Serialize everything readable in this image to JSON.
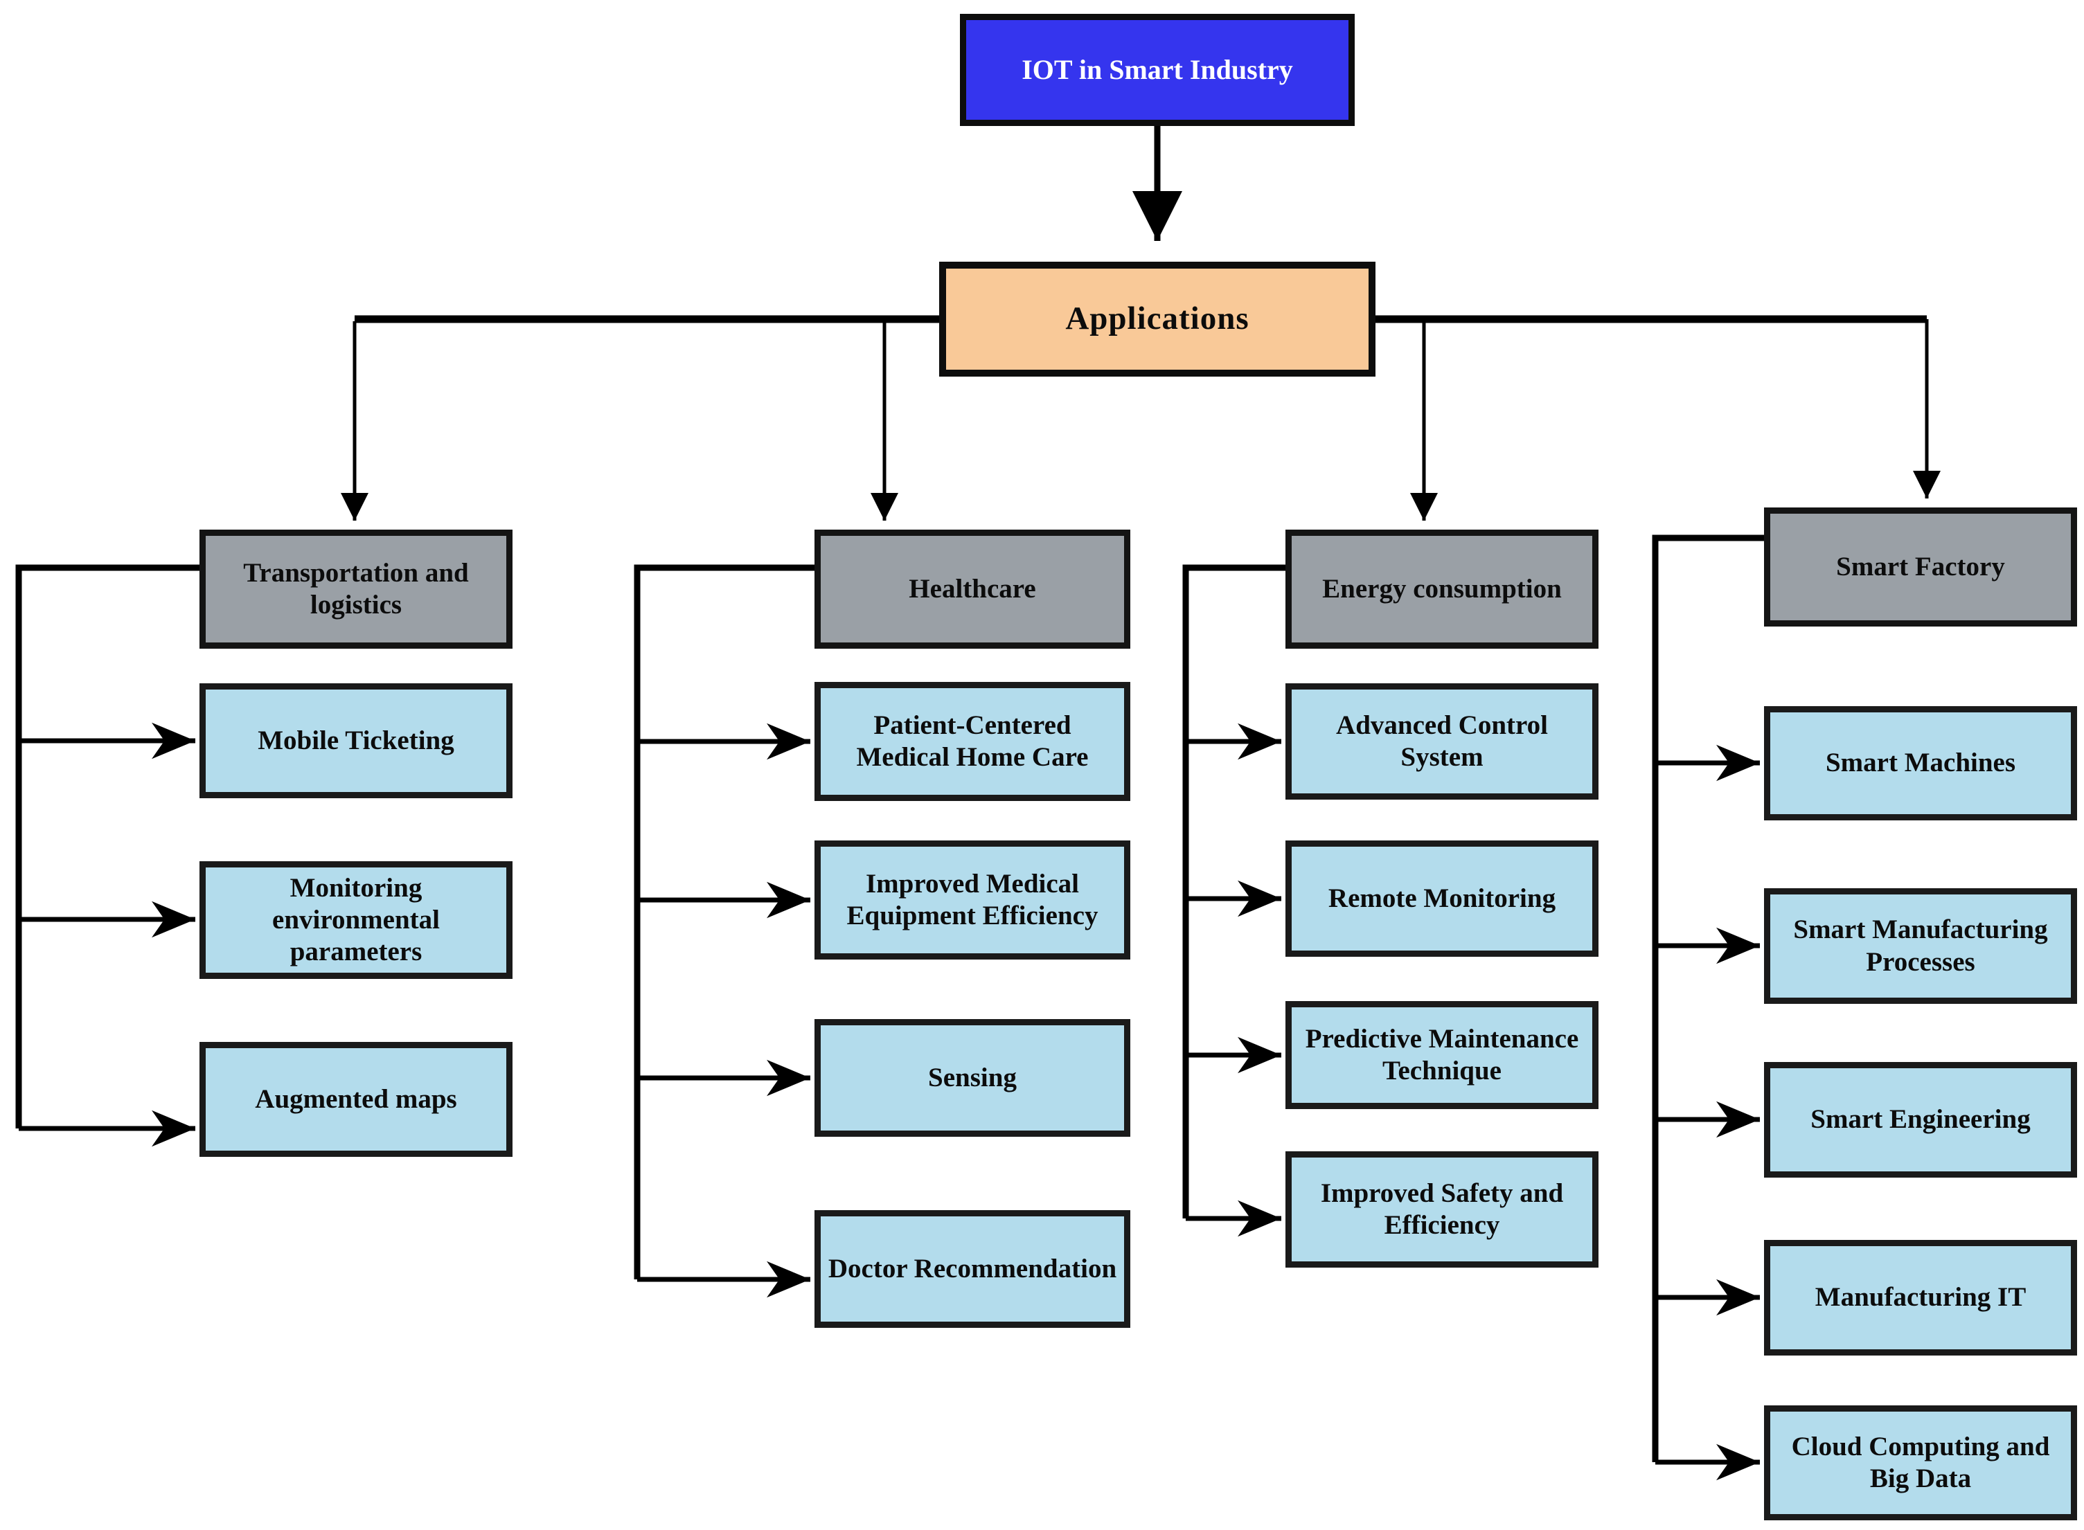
{
  "diagram": {
    "root": {
      "label": "IOT in Smart Industry"
    },
    "hub": {
      "label": "Applications"
    },
    "columns": [
      {
        "header": "Transportation and logistics",
        "children": [
          "Mobile Ticketing",
          "Monitoring environmental parameters",
          "Augmented maps"
        ]
      },
      {
        "header": "Healthcare",
        "children": [
          "Patient-Centered Medical Home Care",
          "Improved Medical Equipment Efficiency",
          "Sensing",
          "Doctor Recommendation"
        ]
      },
      {
        "header": "Energy consumption",
        "children": [
          "Advanced Control System",
          "Remote Monitoring",
          "Predictive Maintenance Technique",
          "Improved Safety and Efficiency"
        ]
      },
      {
        "header": "Smart Factory",
        "children": [
          "Smart Machines",
          "Smart Manufacturing Processes",
          "Smart Engineering",
          "Manufacturing IT",
          "Cloud Computing and Big Data"
        ]
      }
    ],
    "colors": {
      "root_fill": "#3535ee",
      "root_text": "#ffffff",
      "hub_fill": "#f9c998",
      "header_fill": "#9aa0a6",
      "child_fill": "#b3dcec",
      "box_border": "#1a1a1a",
      "connector": "#000000"
    }
  }
}
